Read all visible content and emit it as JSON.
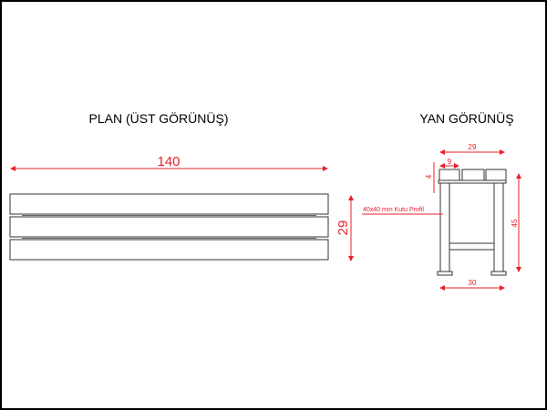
{
  "titles": {
    "plan": "PLAN (ÜST GÖRÜNÜŞ)",
    "side": "YAN GÖRÜNÜŞ"
  },
  "plan_dims": {
    "length": "140",
    "width": "29"
  },
  "side_dims": {
    "top_width": "29",
    "slat_width": "9",
    "slat_thickness": "4",
    "height": "45",
    "base_width": "30"
  },
  "labels": {
    "profile": "40x40 mm Kutu Profil"
  },
  "colors": {
    "dimension": "#e8202a",
    "outline": "#333333"
  }
}
